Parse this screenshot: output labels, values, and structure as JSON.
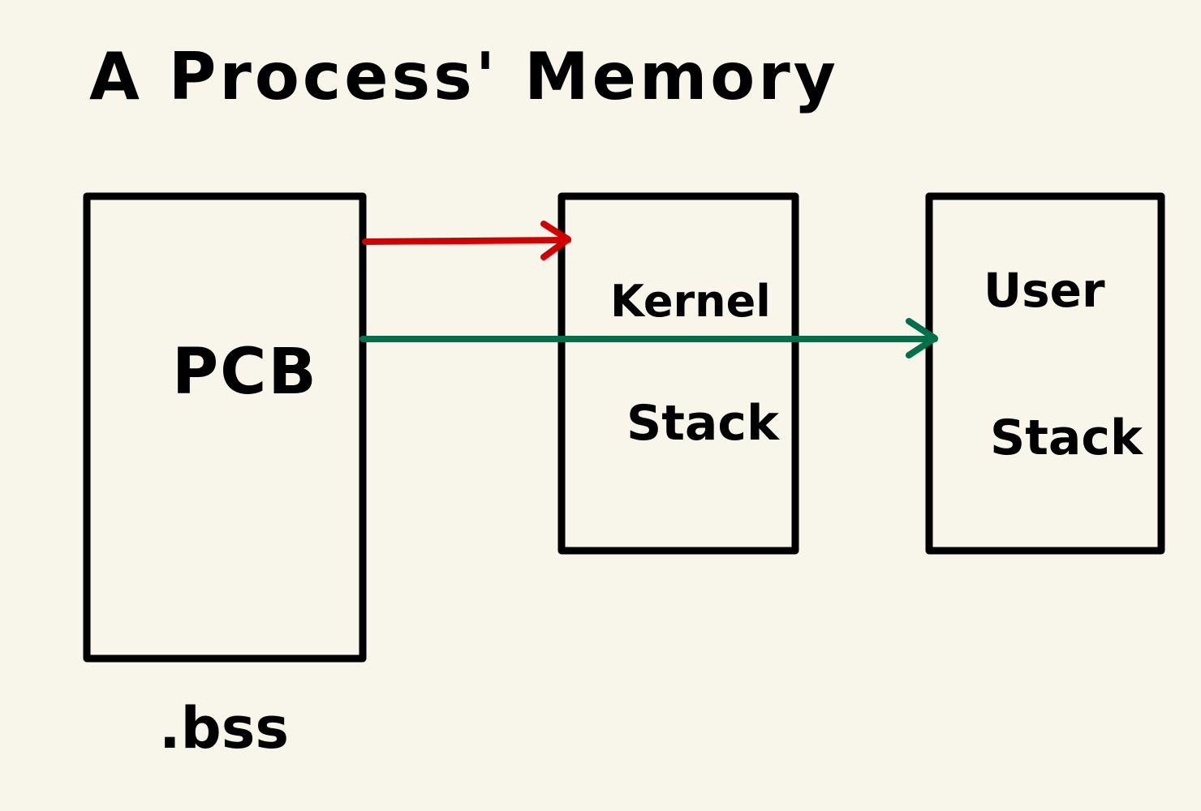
{
  "title": "A Process' Memory",
  "colors": {
    "background": "#f8f6ea",
    "ink": "#000000",
    "kernel_arrow": "#d10000",
    "user_arrow": "#00704a"
  },
  "boxes": {
    "pcb": {
      "label": "PCB",
      "caption": ".bss"
    },
    "kernel_stack": {
      "line1": "Kernel",
      "line2": "Stack"
    },
    "user_stack": {
      "line1": "User",
      "line2": "Stack"
    }
  },
  "edges": [
    {
      "from": "PCB",
      "to": "Kernel Stack",
      "color": "red"
    },
    {
      "from": "PCB",
      "to": "User Stack",
      "color": "green"
    }
  ]
}
